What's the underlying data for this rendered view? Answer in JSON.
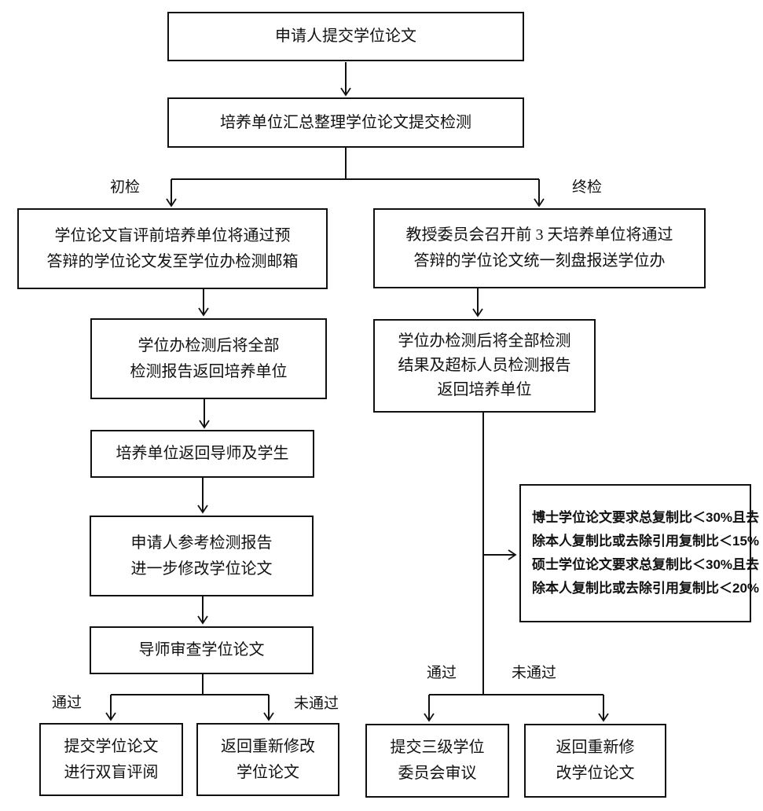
{
  "diagram": {
    "background": "#ffffff",
    "line_color": "#111111",
    "nodes": {
      "submit": {
        "lines": [
          "申请人提交学位论文"
        ]
      },
      "collect": {
        "lines": [
          "培养单位汇总整理学位论文提交检测"
        ]
      },
      "initial_send": {
        "lines": [
          "学位论文盲评前培养单位将通过预",
          "答辩的学位论文发至学位办检测邮箱"
        ]
      },
      "final_send": {
        "lines": [
          "教授委员会召开前 3 天培养单位将通过",
          "答辩的学位论文统一刻盘报送学位办"
        ]
      },
      "initial_return": {
        "lines": [
          "学位办检测后将全部",
          "检测报告返回培养单位"
        ]
      },
      "final_return": {
        "lines": [
          "学位办检测后将全部检测",
          "结果及超标人员检测报告",
          "返回培养单位"
        ]
      },
      "unit_return": {
        "lines": [
          "培养单位返回导师及学生"
        ]
      },
      "student_revise": {
        "lines": [
          "申请人参考检测报告",
          "进一步修改学位论文"
        ]
      },
      "supervisor_review": {
        "lines": [
          "导师审查学位论文"
        ]
      },
      "threshold_note": {
        "lines": [
          "博士学位论文要求总复制比＜30%且去",
          "除本人复制比或去除引用复制比＜15%",
          "硕士学位论文要求总复制比＜30%且去",
          "除本人复制比或去除引用复制比＜20%"
        ]
      },
      "blind_review": {
        "lines": [
          "提交学位论文",
          "进行双盲评阅"
        ]
      },
      "rerevise_left": {
        "lines": [
          "返回重新修改",
          "学位论文"
        ]
      },
      "committee_review": {
        "lines": [
          "提交三级学位",
          "委员会审议"
        ]
      },
      "rerevise_right": {
        "lines": [
          "返回重新修",
          "改学位论文"
        ]
      }
    },
    "edge_labels": {
      "initial_check": "初检",
      "final_check": "终检",
      "pass_left": "通过",
      "fail_left": "未通过",
      "pass_right": "通过",
      "fail_right": "未通过"
    }
  }
}
